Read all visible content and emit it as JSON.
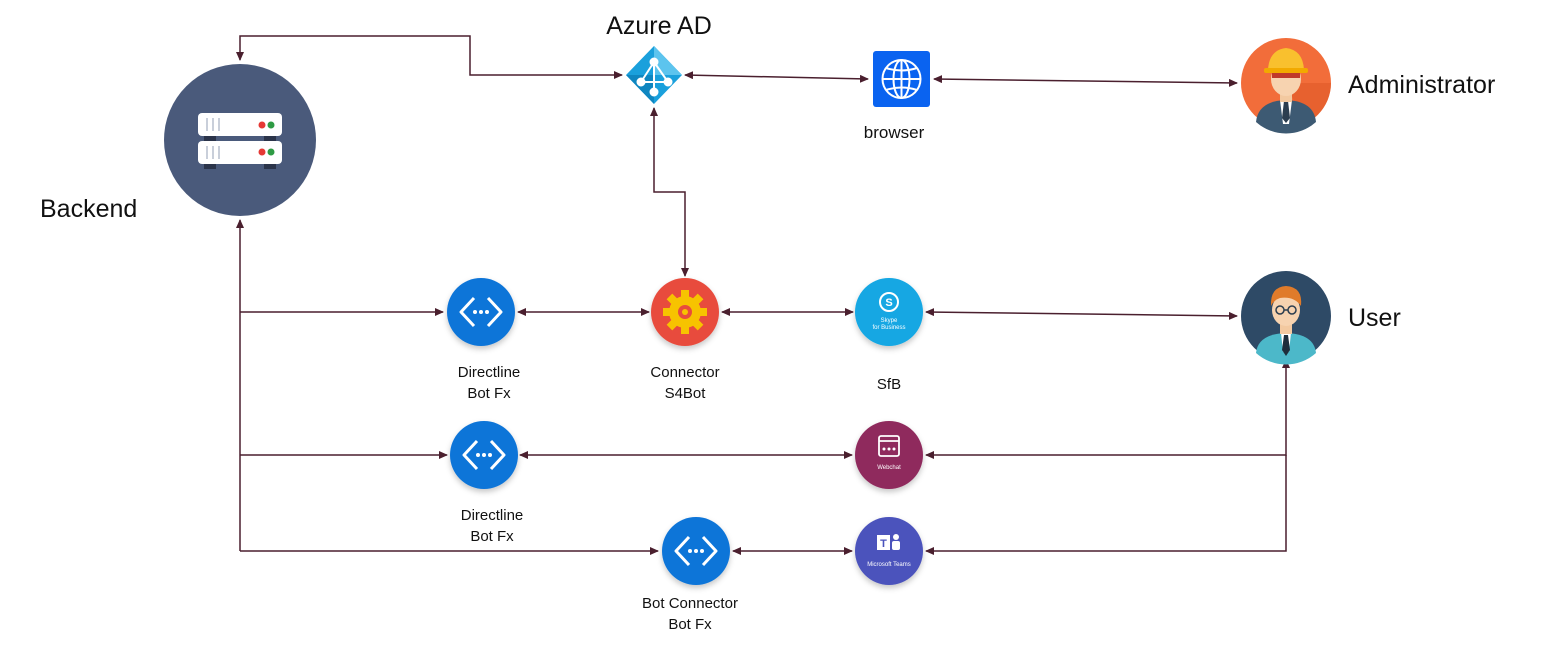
{
  "labels": {
    "azure_ad": "Azure AD",
    "backend": "Backend",
    "browser": "browser",
    "administrator": "Administrator",
    "user": "User",
    "directline1": [
      "Directline",
      "Bot Fx"
    ],
    "connector": [
      "Connector",
      "S4Bot"
    ],
    "sfb": "SfB",
    "directline2": [
      "Directline",
      "Bot Fx"
    ],
    "bot_connector": [
      "Bot Connector",
      "Bot Fx"
    ]
  },
  "icon_text": {
    "skype": [
      "Skype",
      "for Business"
    ],
    "webchat": "Webchat",
    "teams": "Microsoft Teams"
  },
  "colors": {
    "connector_line": "#4a1f2e",
    "backend_node": "#4a5a7b",
    "azure": "#1aa0dc",
    "browser": "#0a63f0",
    "botfx": "#0f74d8",
    "connector_node": "#e84c3d",
    "skype": "#12a7e3",
    "webchat": "#8f2a5d",
    "teams": "#4b53bc",
    "administrator_bg": "#f26d3a",
    "user_bg": "#2e4a66"
  }
}
